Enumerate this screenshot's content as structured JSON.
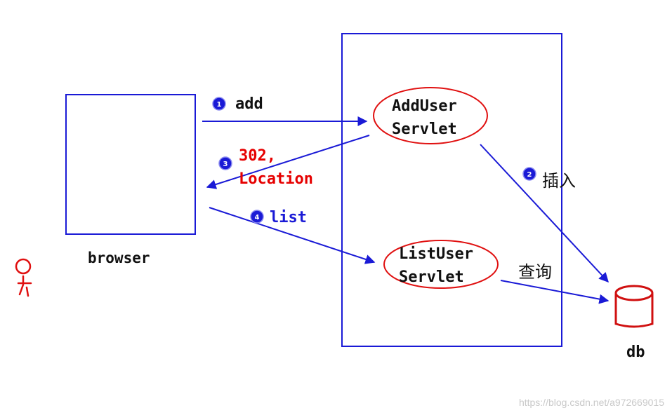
{
  "nodes": {
    "browser_label": "browser",
    "add_user_line1": "AddUser",
    "add_user_line2": "Servlet",
    "list_user_line1": "ListUser",
    "list_user_line2": "Servlet",
    "db_label": "db"
  },
  "steps": [
    {
      "number": "1",
      "label": "add"
    },
    {
      "number": "2",
      "label": "插入"
    },
    {
      "number": "3",
      "label_line1": "302,",
      "label_line2": "Location"
    },
    {
      "number": "4",
      "label": "list"
    }
  ],
  "query_label": "查询",
  "watermark": "https://blog.csdn.net/a972669015",
  "colors": {
    "box": "#1a1ad6",
    "arrow": "#1a1ad6",
    "ellipse": "#e01010",
    "redirect_text": "#e60000",
    "list_text": "#1a1ad6",
    "badge": "#1a1ad6",
    "user_figure": "#e01010",
    "db": "#d01010"
  }
}
